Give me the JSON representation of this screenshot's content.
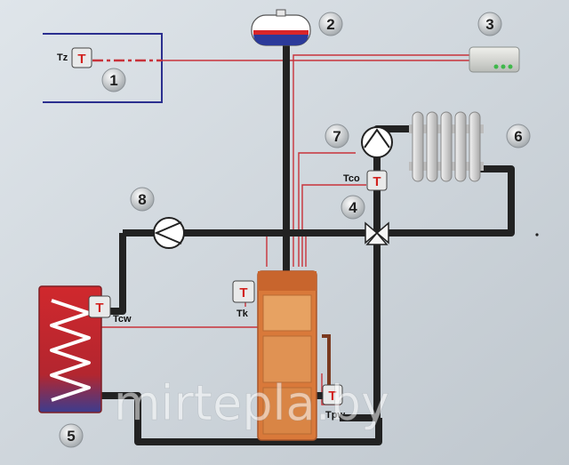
{
  "diagram": {
    "components": {
      "room_sensor": {
        "number": "1",
        "sensor_label": "Tz",
        "glyph": "T"
      },
      "expansion_tank": {
        "number": "2"
      },
      "controller": {
        "number": "3"
      },
      "mixing_valve": {
        "number": "4",
        "sensor_label": "Tco",
        "glyph": "T"
      },
      "hot_water_tank": {
        "number": "5",
        "sensor_label": "Tcw",
        "glyph": "T"
      },
      "radiator": {
        "number": "6"
      },
      "heating_pump": {
        "number": "7"
      },
      "dhw_pump": {
        "number": "8"
      },
      "boiler": {
        "sensor_label": "Tk",
        "glyph": "T"
      },
      "return_sensor": {
        "sensor_label": "Tpw",
        "glyph": "T"
      }
    },
    "watermark": "mirtepla.by",
    "colors": {
      "pipe": "#222222",
      "signal_wire": "#c8323a",
      "boiler": "#d9793a",
      "tank": "#c8262c",
      "sensor_symbol": "#d2231f"
    }
  }
}
